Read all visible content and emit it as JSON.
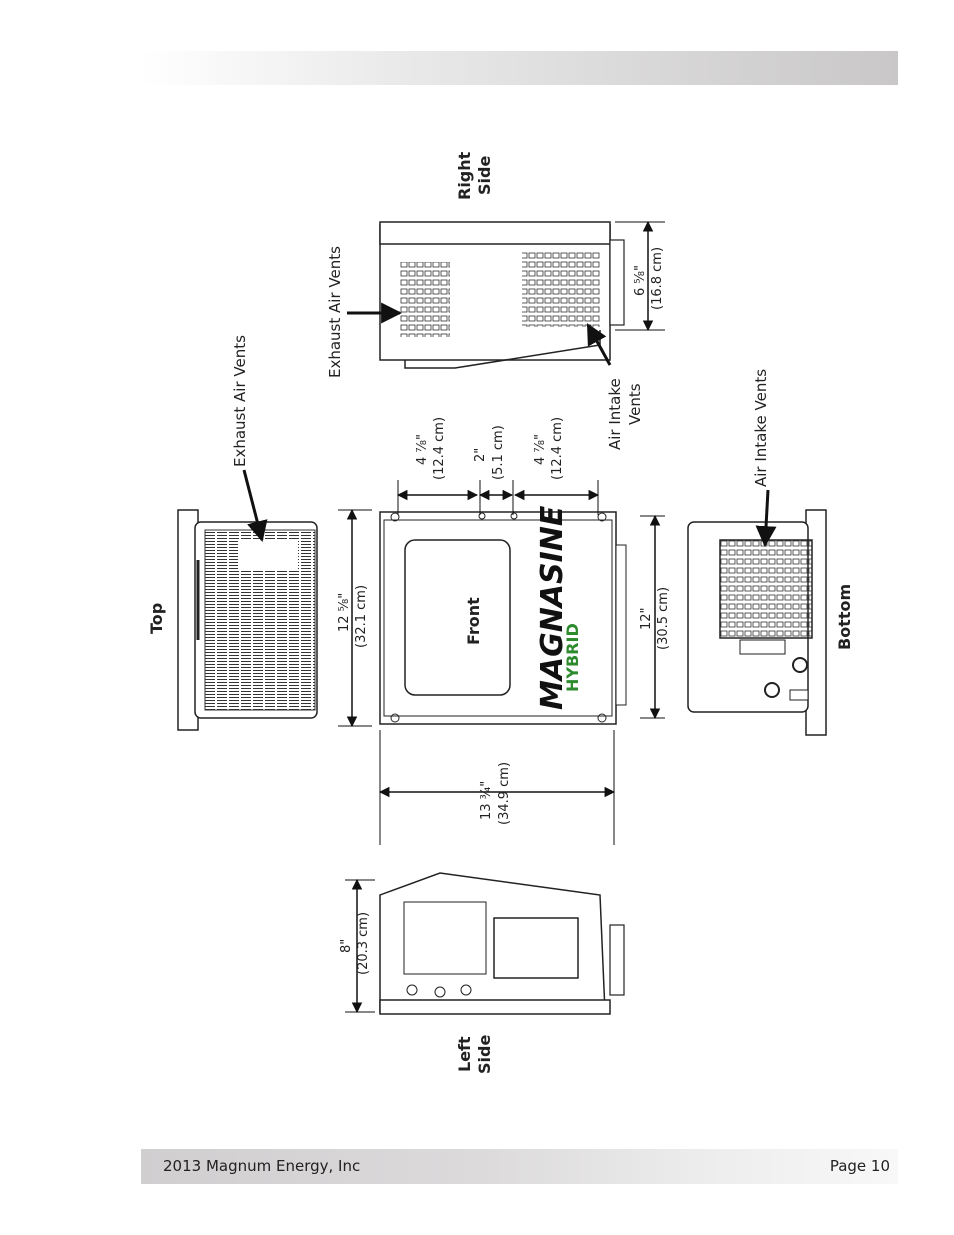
{
  "footer": {
    "copyright": "2013 Magnum Energy, Inc",
    "page": "Page 10"
  },
  "views": {
    "top": "Top",
    "right_side_1": "Right",
    "right_side_2": "Side",
    "left_side_1": "Left",
    "left_side_2": "Side",
    "bottom": "Bottom",
    "front": "Front"
  },
  "callouts": {
    "exhaust_top": "Exhaust Air Vents",
    "exhaust_right": "Exhaust Air Vents",
    "intake_right_1": "Air Intake",
    "intake_right_2": "Vents",
    "intake_bottom": "Air Intake Vents"
  },
  "dimensions": {
    "d1a": "4 ⅞\"",
    "d1b": "(12.4 cm)",
    "d2a": "2\"",
    "d2b": "(5.1 cm)",
    "d3a": "4 ⅞\"",
    "d3b": "(12.4 cm)",
    "d4a": "6 ⅝\"",
    "d4b": "(16.8 cm)",
    "d5a": "12 ⅝\"",
    "d5b": "(32.1 cm)",
    "d6a": "12\"",
    "d6b": "(30.5 cm)",
    "d7a": "13 ¾\"",
    "d7b": "(34.9 cm)",
    "d8a": "8\"",
    "d8b": "(20.3 cm)"
  },
  "logo": {
    "brand": "MAGNASINE",
    "sub": "HYBRID"
  }
}
